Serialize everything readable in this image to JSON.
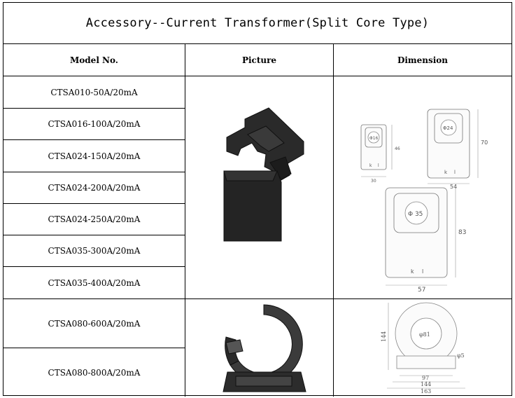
{
  "title": "Accessory--Current Transformer(Split Core Type)",
  "headers": {
    "model": "Model No.",
    "picture": "Picture",
    "dimension": "Dimension"
  },
  "group1": {
    "models": [
      "CTSA010-50A/20mA",
      "CTSA016-100A/20mA",
      "CTSA024-150A/20mA",
      "CTSA024-200A/20mA",
      "CTSA024-250A/20mA",
      "CTSA035-300A/20mA",
      "CTSA035-400A/20mA"
    ],
    "dims": {
      "small": {
        "phi": "Φ16",
        "height": "46",
        "width": "30",
        "k": "k",
        "l": "l"
      },
      "medium": {
        "phi": "Φ24",
        "height": "70",
        "width": "54",
        "k": "k",
        "l": "l"
      },
      "large": {
        "phi": "Φ 35",
        "height": "83",
        "width": "57",
        "k": "k",
        "l": "l"
      }
    }
  },
  "group2": {
    "models": [
      "CTSA080-600A/20mA",
      "CTSA080-800A/20mA"
    ],
    "dims": {
      "phi": "φ81",
      "hole": "φ5",
      "height": "144",
      "w1": "97",
      "w2": "144",
      "w3": "163"
    }
  }
}
